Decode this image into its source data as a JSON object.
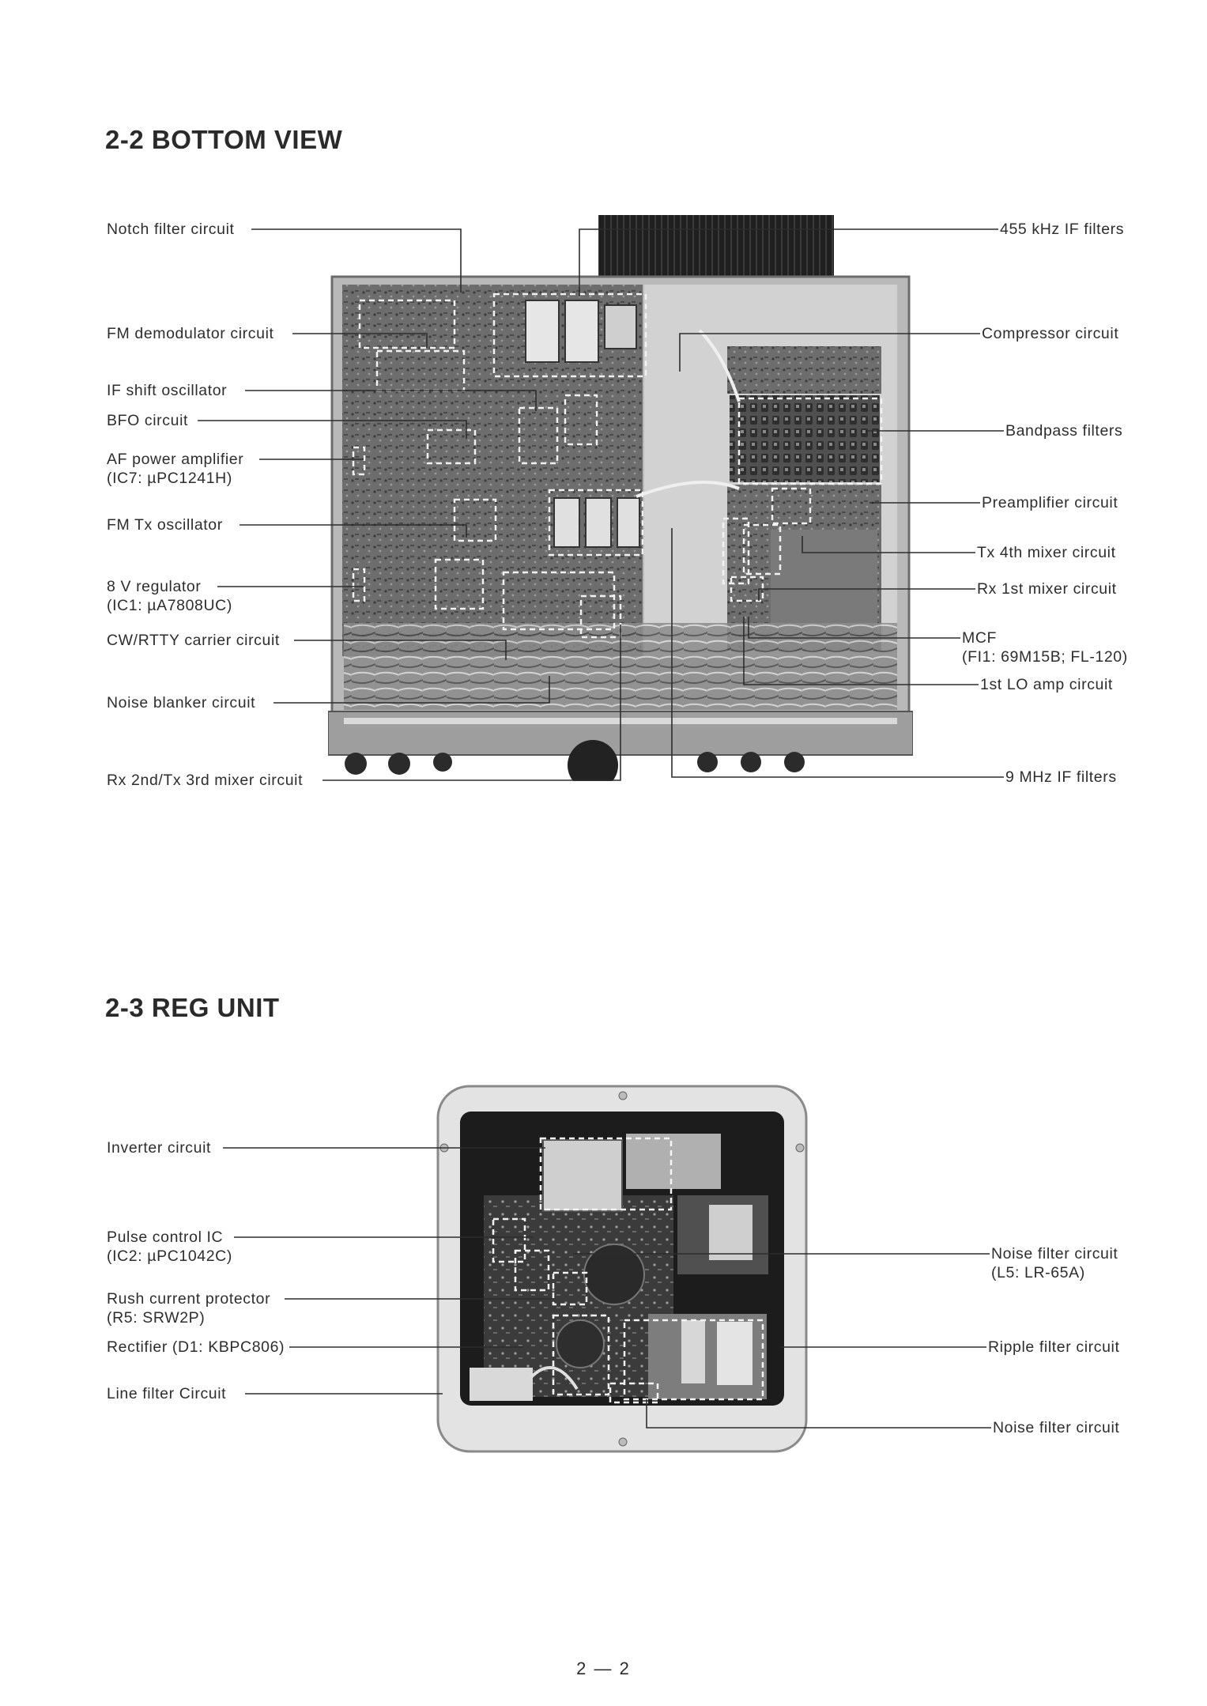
{
  "sections": {
    "bottom_view": {
      "title": "2-2 BOTTOM VIEW"
    },
    "reg_unit": {
      "title": "2-3 REG UNIT"
    }
  },
  "bottom_view_labels": {
    "left": [
      {
        "id": "notch",
        "text": "Notch filter circuit"
      },
      {
        "id": "fm_demod",
        "text": "FM demodulator circuit"
      },
      {
        "id": "if_shift",
        "text": "IF shift oscillator"
      },
      {
        "id": "bfo",
        "text": "BFO circuit"
      },
      {
        "id": "af_amp",
        "text": "AF power amplifier",
        "sub": "(IC7: µPC1241H)"
      },
      {
        "id": "fm_tx",
        "text": "FM Tx oscillator"
      },
      {
        "id": "reg8v",
        "text": "8 V regulator",
        "sub": "(IC1: µA7808UC)"
      },
      {
        "id": "cw_rtty",
        "text": "CW/RTTY carrier circuit"
      },
      {
        "id": "noise_blanker",
        "text": "Noise blanker circuit"
      },
      {
        "id": "rx2_tx3",
        "text": "Rx 2nd/Tx 3rd mixer circuit"
      }
    ],
    "right": [
      {
        "id": "if455",
        "text": "455 kHz IF filters"
      },
      {
        "id": "compressor",
        "text": "Compressor circuit"
      },
      {
        "id": "bandpass",
        "text": "Bandpass filters"
      },
      {
        "id": "preamp",
        "text": "Preamplifier circuit"
      },
      {
        "id": "tx4",
        "text": "Tx 4th mixer circuit"
      },
      {
        "id": "rx1",
        "text": "Rx 1st mixer circuit"
      },
      {
        "id": "mcf",
        "text": "MCF",
        "sub": "(FI1: 69M15B; FL-120)"
      },
      {
        "id": "lo_amp",
        "text": "1st LO amp circuit"
      },
      {
        "id": "if9",
        "text": "9 MHz IF filters"
      }
    ]
  },
  "reg_unit_labels": {
    "left": [
      {
        "id": "inverter",
        "text": "Inverter circuit"
      },
      {
        "id": "pulse_ic",
        "text": "Pulse control IC",
        "sub": "(IC2: µPC1042C)"
      },
      {
        "id": "rush",
        "text": "Rush current protector",
        "sub": "(R5: SRW2P)"
      },
      {
        "id": "rectifier",
        "text": "Rectifier (D1: KBPC806)"
      },
      {
        "id": "line_filter",
        "text": "Line filter Circuit"
      }
    ],
    "right": [
      {
        "id": "noise_filter_l5",
        "text": "Noise filter circuit",
        "sub": "(L5: LR-65A)"
      },
      {
        "id": "ripple",
        "text": "Ripple filter circuit"
      },
      {
        "id": "noise_filter_2",
        "text": "Noise filter circuit"
      }
    ]
  },
  "photos": {
    "bottom_view_photo": "photograph-of-transceiver-bottom-view",
    "reg_unit_photo": "photograph-of-reg-unit"
  },
  "footer": {
    "page_number": "2 — 2"
  }
}
